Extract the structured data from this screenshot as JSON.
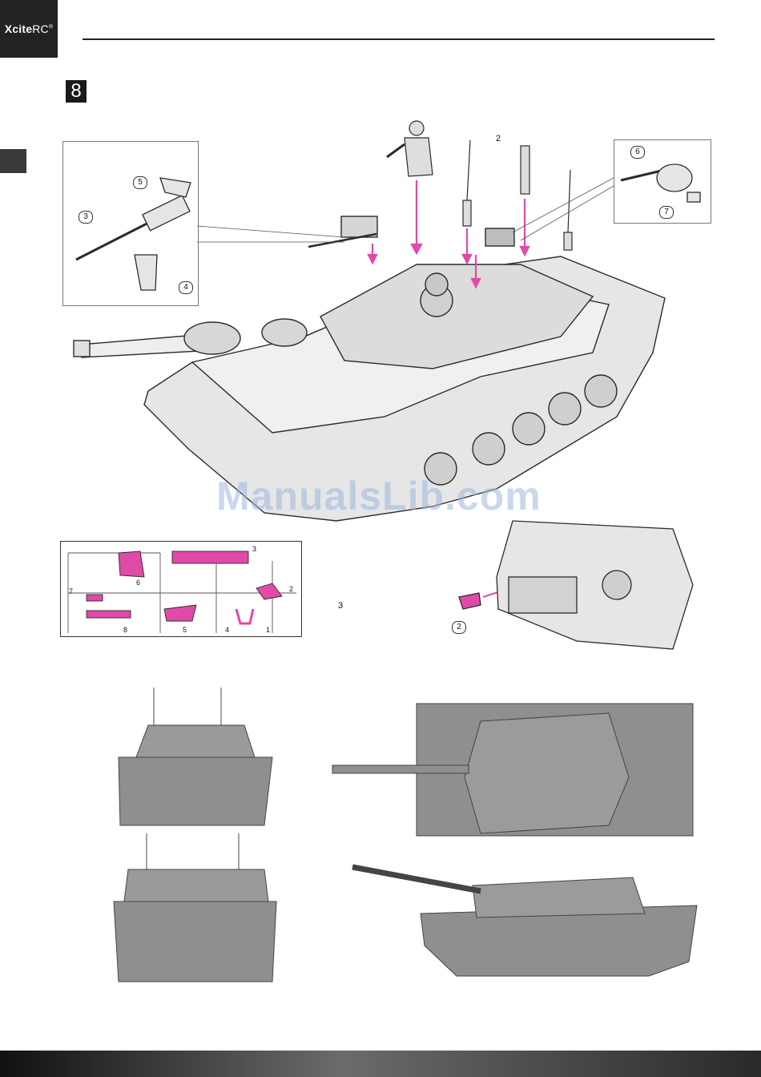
{
  "header": {
    "brand_bold": "Xcite",
    "brand_light": "RC",
    "brand_mark": "®"
  },
  "step": {
    "number": "8"
  },
  "labels": {
    "two_top": "2",
    "three_mid": "3"
  },
  "callouts": [
    "5",
    "3",
    "4",
    "6",
    "7",
    "2"
  ],
  "sprue_numbers": [
    "6",
    "3",
    "2",
    "7",
    "8",
    "5",
    "4",
    "1"
  ],
  "watermark": "ManualsLib.com",
  "colors": {
    "accent": "#e04aa8",
    "line": "#2b2b2b",
    "fill": "#e6e6e6",
    "silhouette": "#8f8f8f"
  }
}
